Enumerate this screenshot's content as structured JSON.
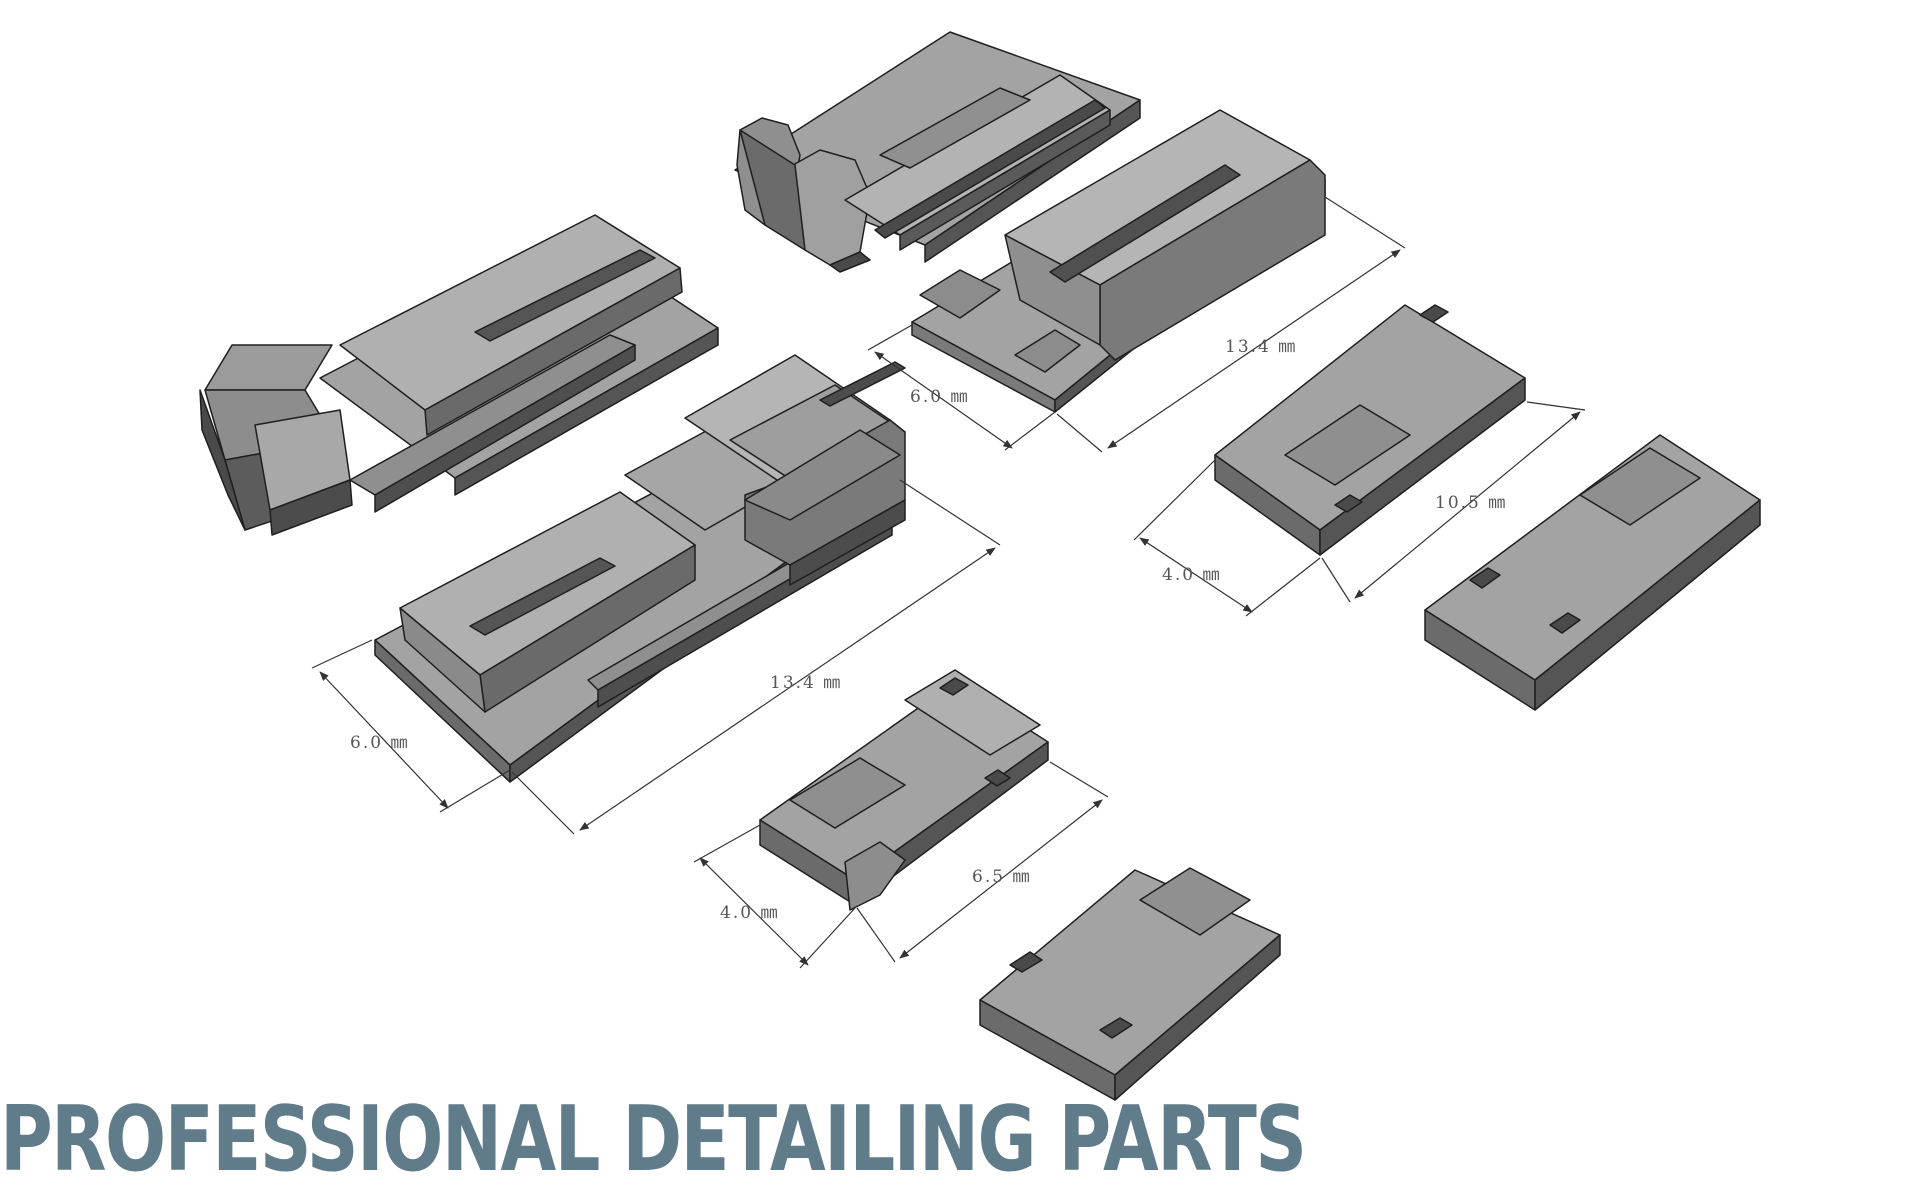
{
  "title": "PROFESSIONAL DETAILING PARTS",
  "colors": {
    "top": "#a3a3a3",
    "side_light": "#8c8c8c",
    "side_dark": "#555555",
    "edge": "#1f1f1f",
    "dimension": "#333333",
    "banner": "#607c8a"
  },
  "dimensions": {
    "large_front_width": "6.0 ㎜",
    "large_front_length": "13.4 ㎜",
    "large_back_width": "6.0 ㎜",
    "large_back_length": "13.4 ㎜",
    "small_front_width": "4.0 ㎜",
    "small_front_length": "6.5 ㎜",
    "small_right_width": "4.0 ㎜",
    "small_right_length": "10.5 ㎜"
  }
}
